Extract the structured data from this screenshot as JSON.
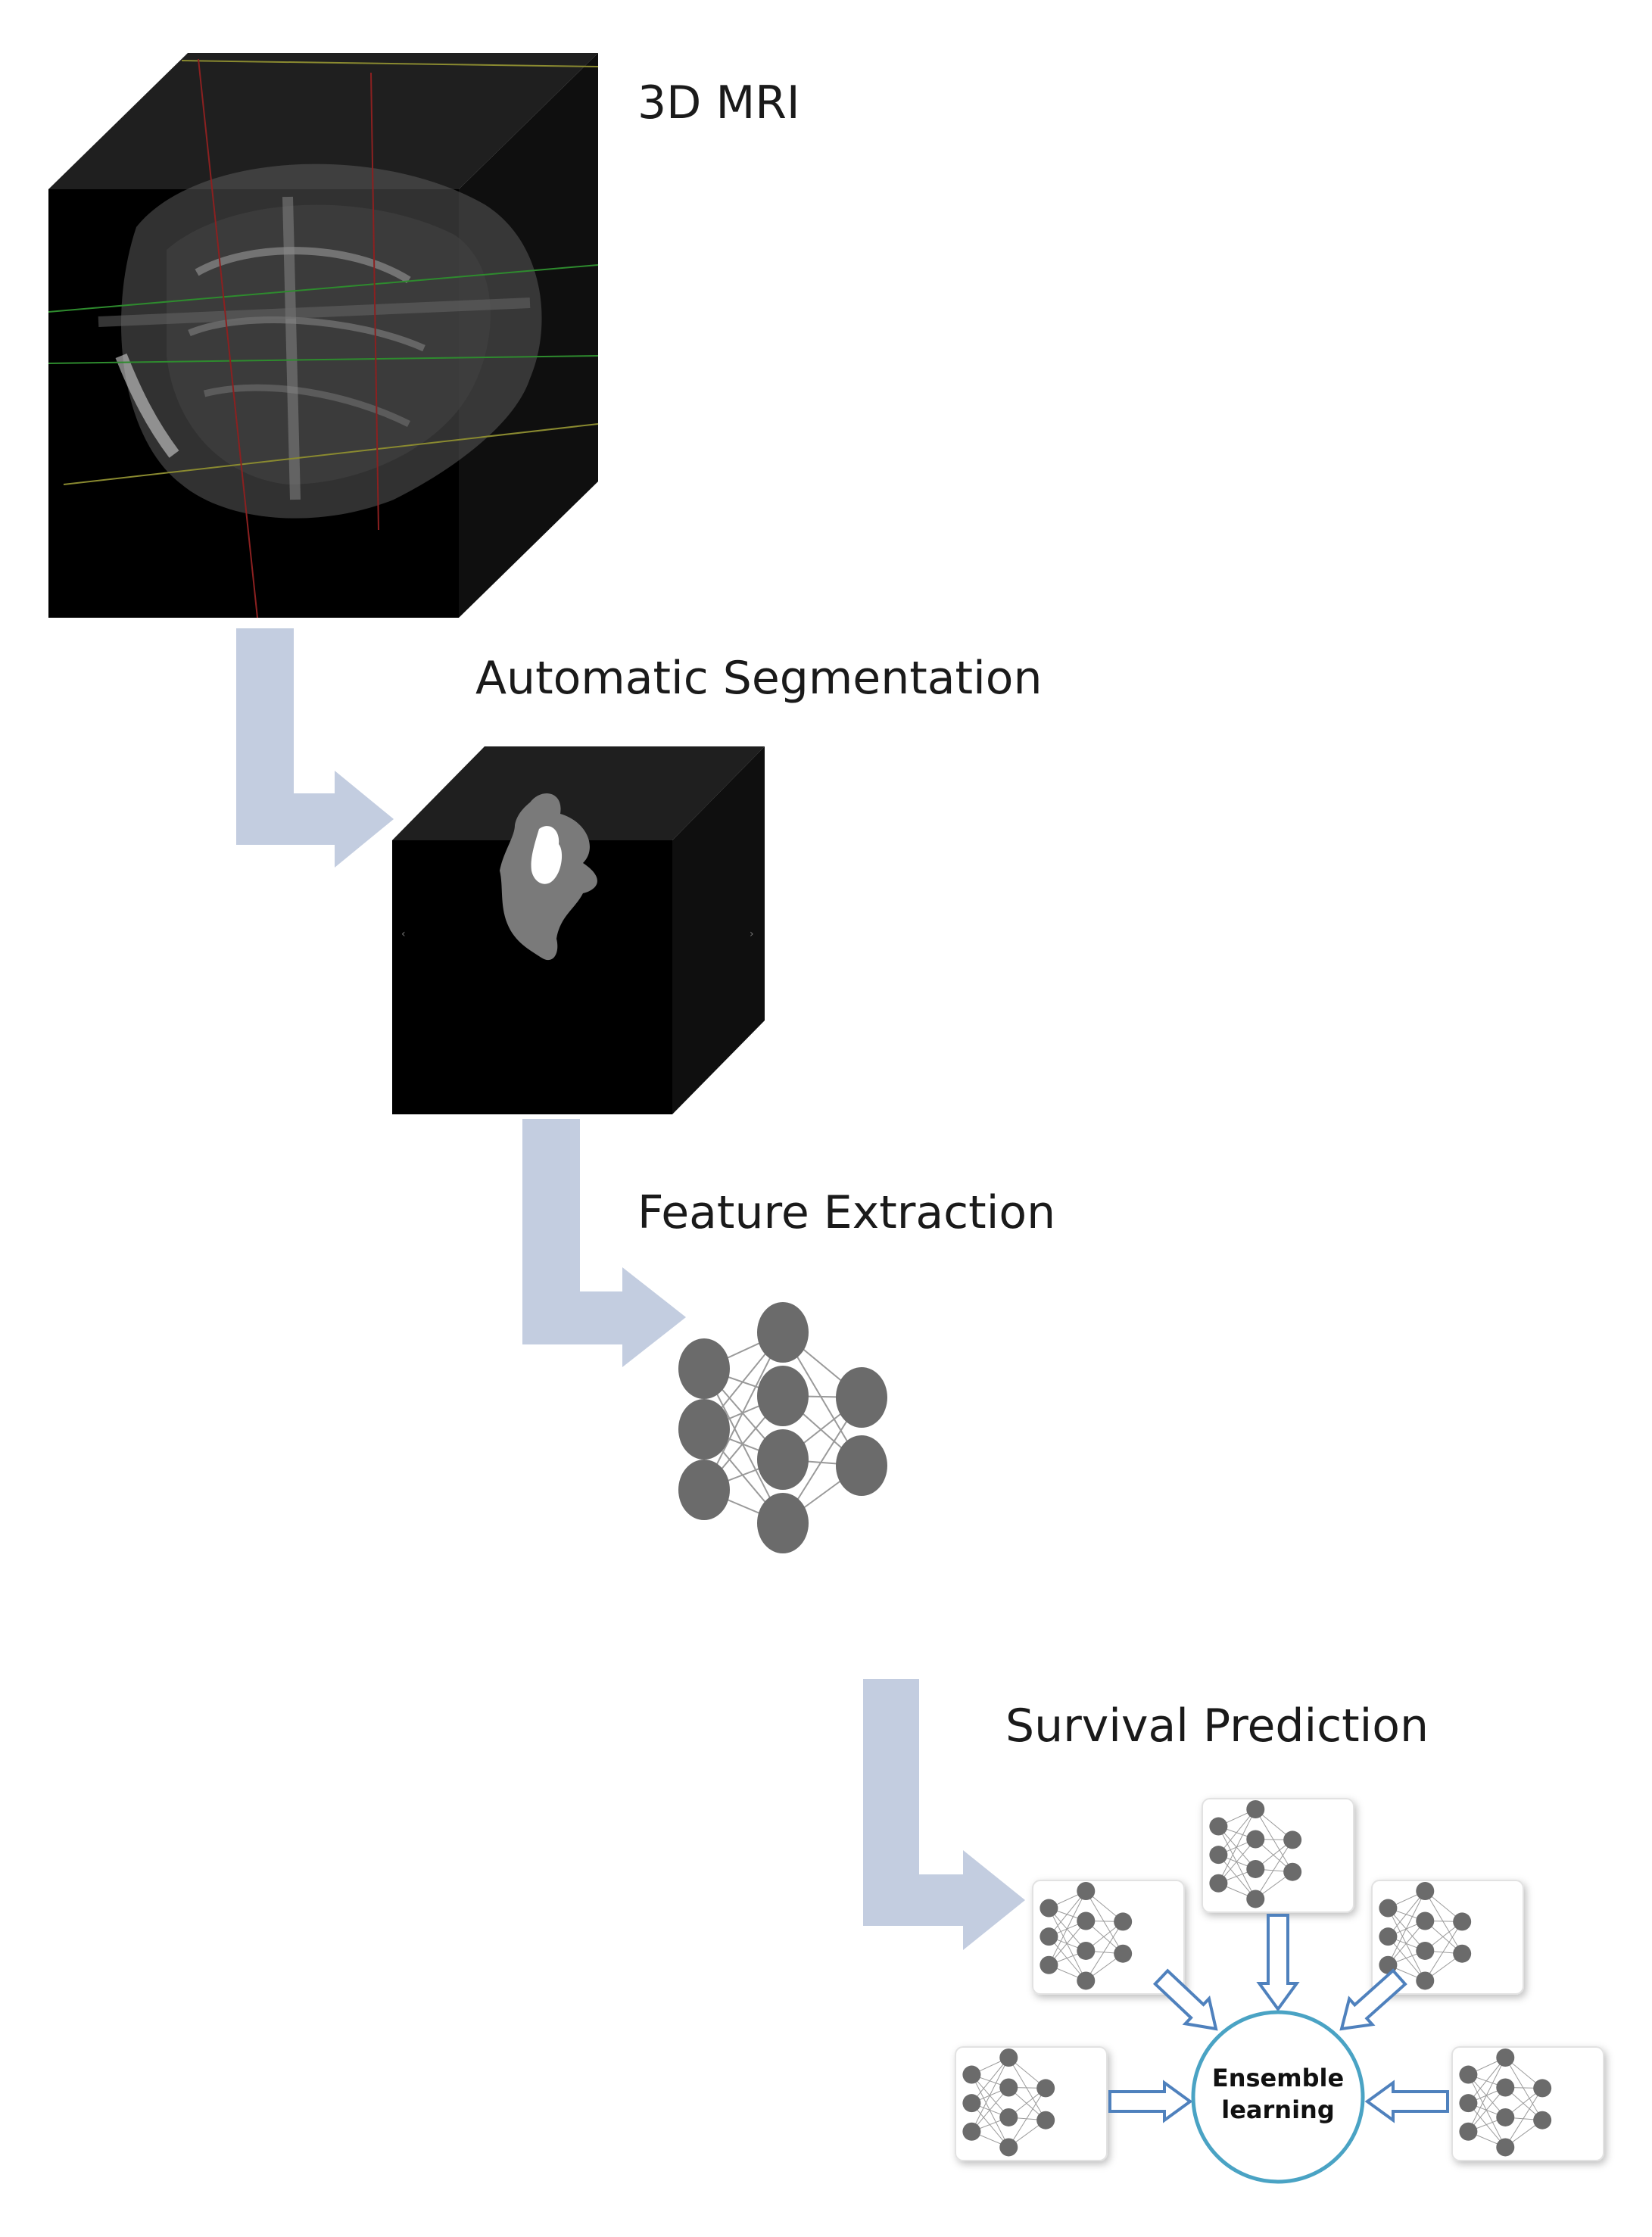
{
  "steps": [
    {
      "label": "3D MRI"
    },
    {
      "label": "Automatic Segmentation"
    },
    {
      "label": "Feature Extraction"
    },
    {
      "label": "Survival Prediction"
    }
  ],
  "ensemble": {
    "line1": "Ensemble",
    "line2": "learning"
  },
  "colors": {
    "flow_arrow": "#c3cde0",
    "cube_front": "#000000",
    "cube_top": "#1f1f1f",
    "cube_side": "#0f0f0f",
    "node": "#6b6b6b",
    "edge": "#9a9a9a",
    "ensemble_arrow": "#4f81bd",
    "ensemble_circle": "#4aa3c4"
  },
  "icons": [
    "mri-cube-icon",
    "segmentation-cube-icon",
    "neural-network-icon",
    "ensemble-network-icon",
    "flow-arrow-icon"
  ]
}
